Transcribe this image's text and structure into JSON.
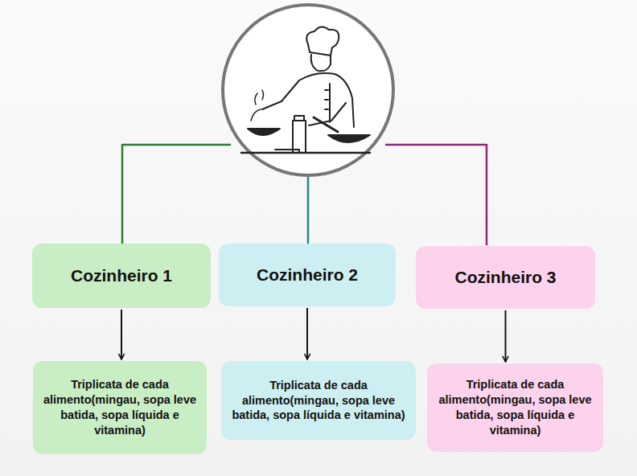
{
  "diagram": {
    "nodes": [
      {
        "text": [
          "Cozinheiro 1"
        ]
      },
      {
        "text": [
          "Cozinheiro 2"
        ]
      },
      {
        "text": [
          "Cozinheiro 3"
        ]
      },
      {
        "text": [
          "Triplicata de cada alimento(mingau, sopa leve batida, sopa líquida e vitamina)"
        ]
      },
      {
        "text": [
          "Triplicata de cada alimento(mingau, sopa leve batida, sopa líquida e vitamina)"
        ]
      },
      {
        "text": [
          "Triplicata de cada alimento(mingau, sopa leve batida, sopa líquida e vitamina)"
        ]
      }
    ],
    "edges": [
      {
        "from": 0,
        "to": 3,
        "arrow": "to"
      },
      {
        "from": 1,
        "to": 4,
        "arrow": "to"
      },
      {
        "from": 2,
        "to": 5,
        "arrow": "to"
      }
    ]
  }
}
